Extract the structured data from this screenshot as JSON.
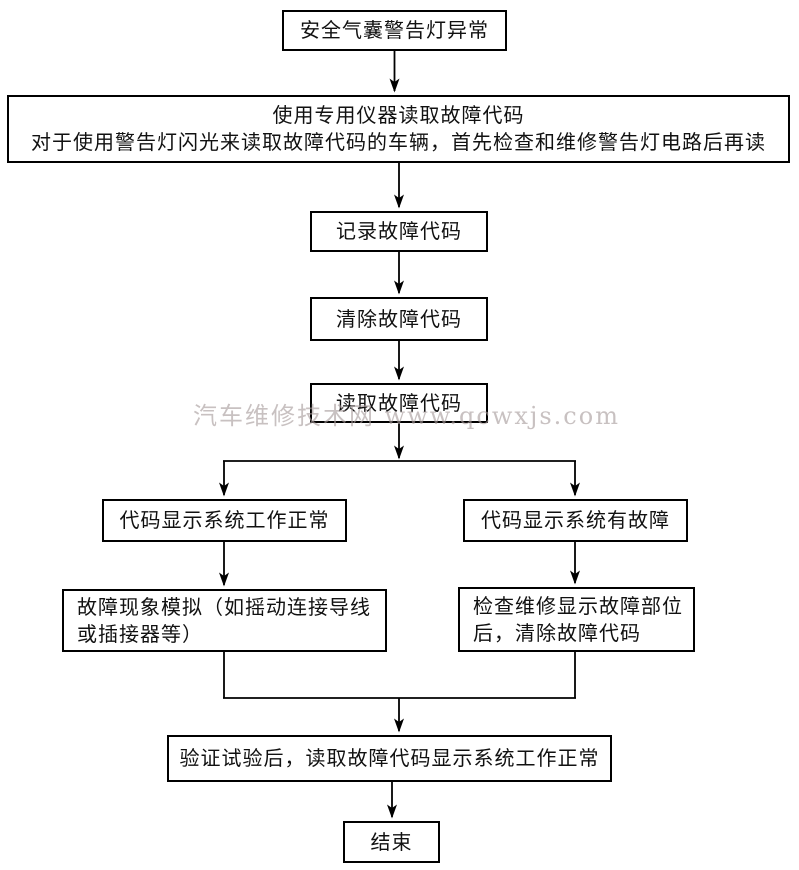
{
  "watermark": {
    "text": "汽车维修技术网 www.qcwxjs.com"
  },
  "flowchart": {
    "type": "flowchart",
    "topic": "安全气囊警告灯异常",
    "nodes": {
      "start": {
        "label": "安全气囊警告灯异常"
      },
      "read": {
        "line1": "使用专用仪器读取故障代码",
        "line2": "对于使用警告灯闪光来读取故障代码的车辆，首先检查和维修警告灯电路后再读"
      },
      "record": {
        "label": "记录故障代码"
      },
      "clear": {
        "label": "清除故障代码"
      },
      "reread": {
        "label": "读取故障代码"
      },
      "normal": {
        "label": "代码显示系统工作正常"
      },
      "fault": {
        "label": "代码显示系统有故障"
      },
      "simulate": {
        "line1": "故障现象模拟（如摇动连接导线",
        "line2": "或插接器等）"
      },
      "inspect": {
        "line1": "检查维修显示故障部位",
        "line2": "后，清除故障代码"
      },
      "verify": {
        "label": "验证试验后，读取故障代码显示系统工作正常"
      },
      "end": {
        "label": "结束"
      }
    },
    "colors": {
      "line": "#000000",
      "box_border": "#000000",
      "text": "#111111",
      "watermark": "#a89c9c",
      "background": "#ffffff"
    }
  }
}
